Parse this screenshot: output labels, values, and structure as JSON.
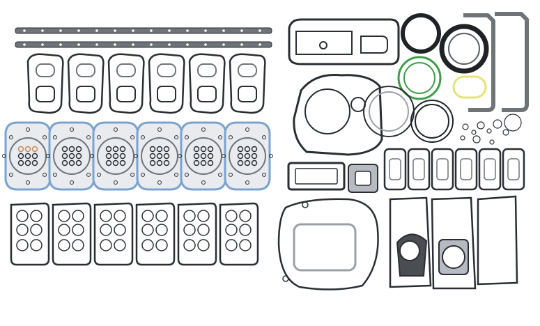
{
  "image": {
    "subject": "gasket-set-product-photo",
    "background_color": "#ffffff"
  },
  "colors": {
    "gasket_dark": "#2a2e33",
    "gasket_gray": "#6f7479",
    "gasket_light": "#c9ccd0",
    "gasket_fill": "#e9ebee",
    "head_blue": "#7aa4cf",
    "copper": "#c98a55",
    "oring_green": "#3d9d48",
    "oring_yellow": "#e8e27a",
    "steel": "#b6bbc1"
  },
  "groups": {
    "long_strips": 2,
    "manifold_gaskets": 6,
    "cylinder_head_gaskets": 6,
    "rocker_cover_gaskets": 6,
    "intake_rectangular_gaskets": 6,
    "oil_pan_strips": 2
  }
}
